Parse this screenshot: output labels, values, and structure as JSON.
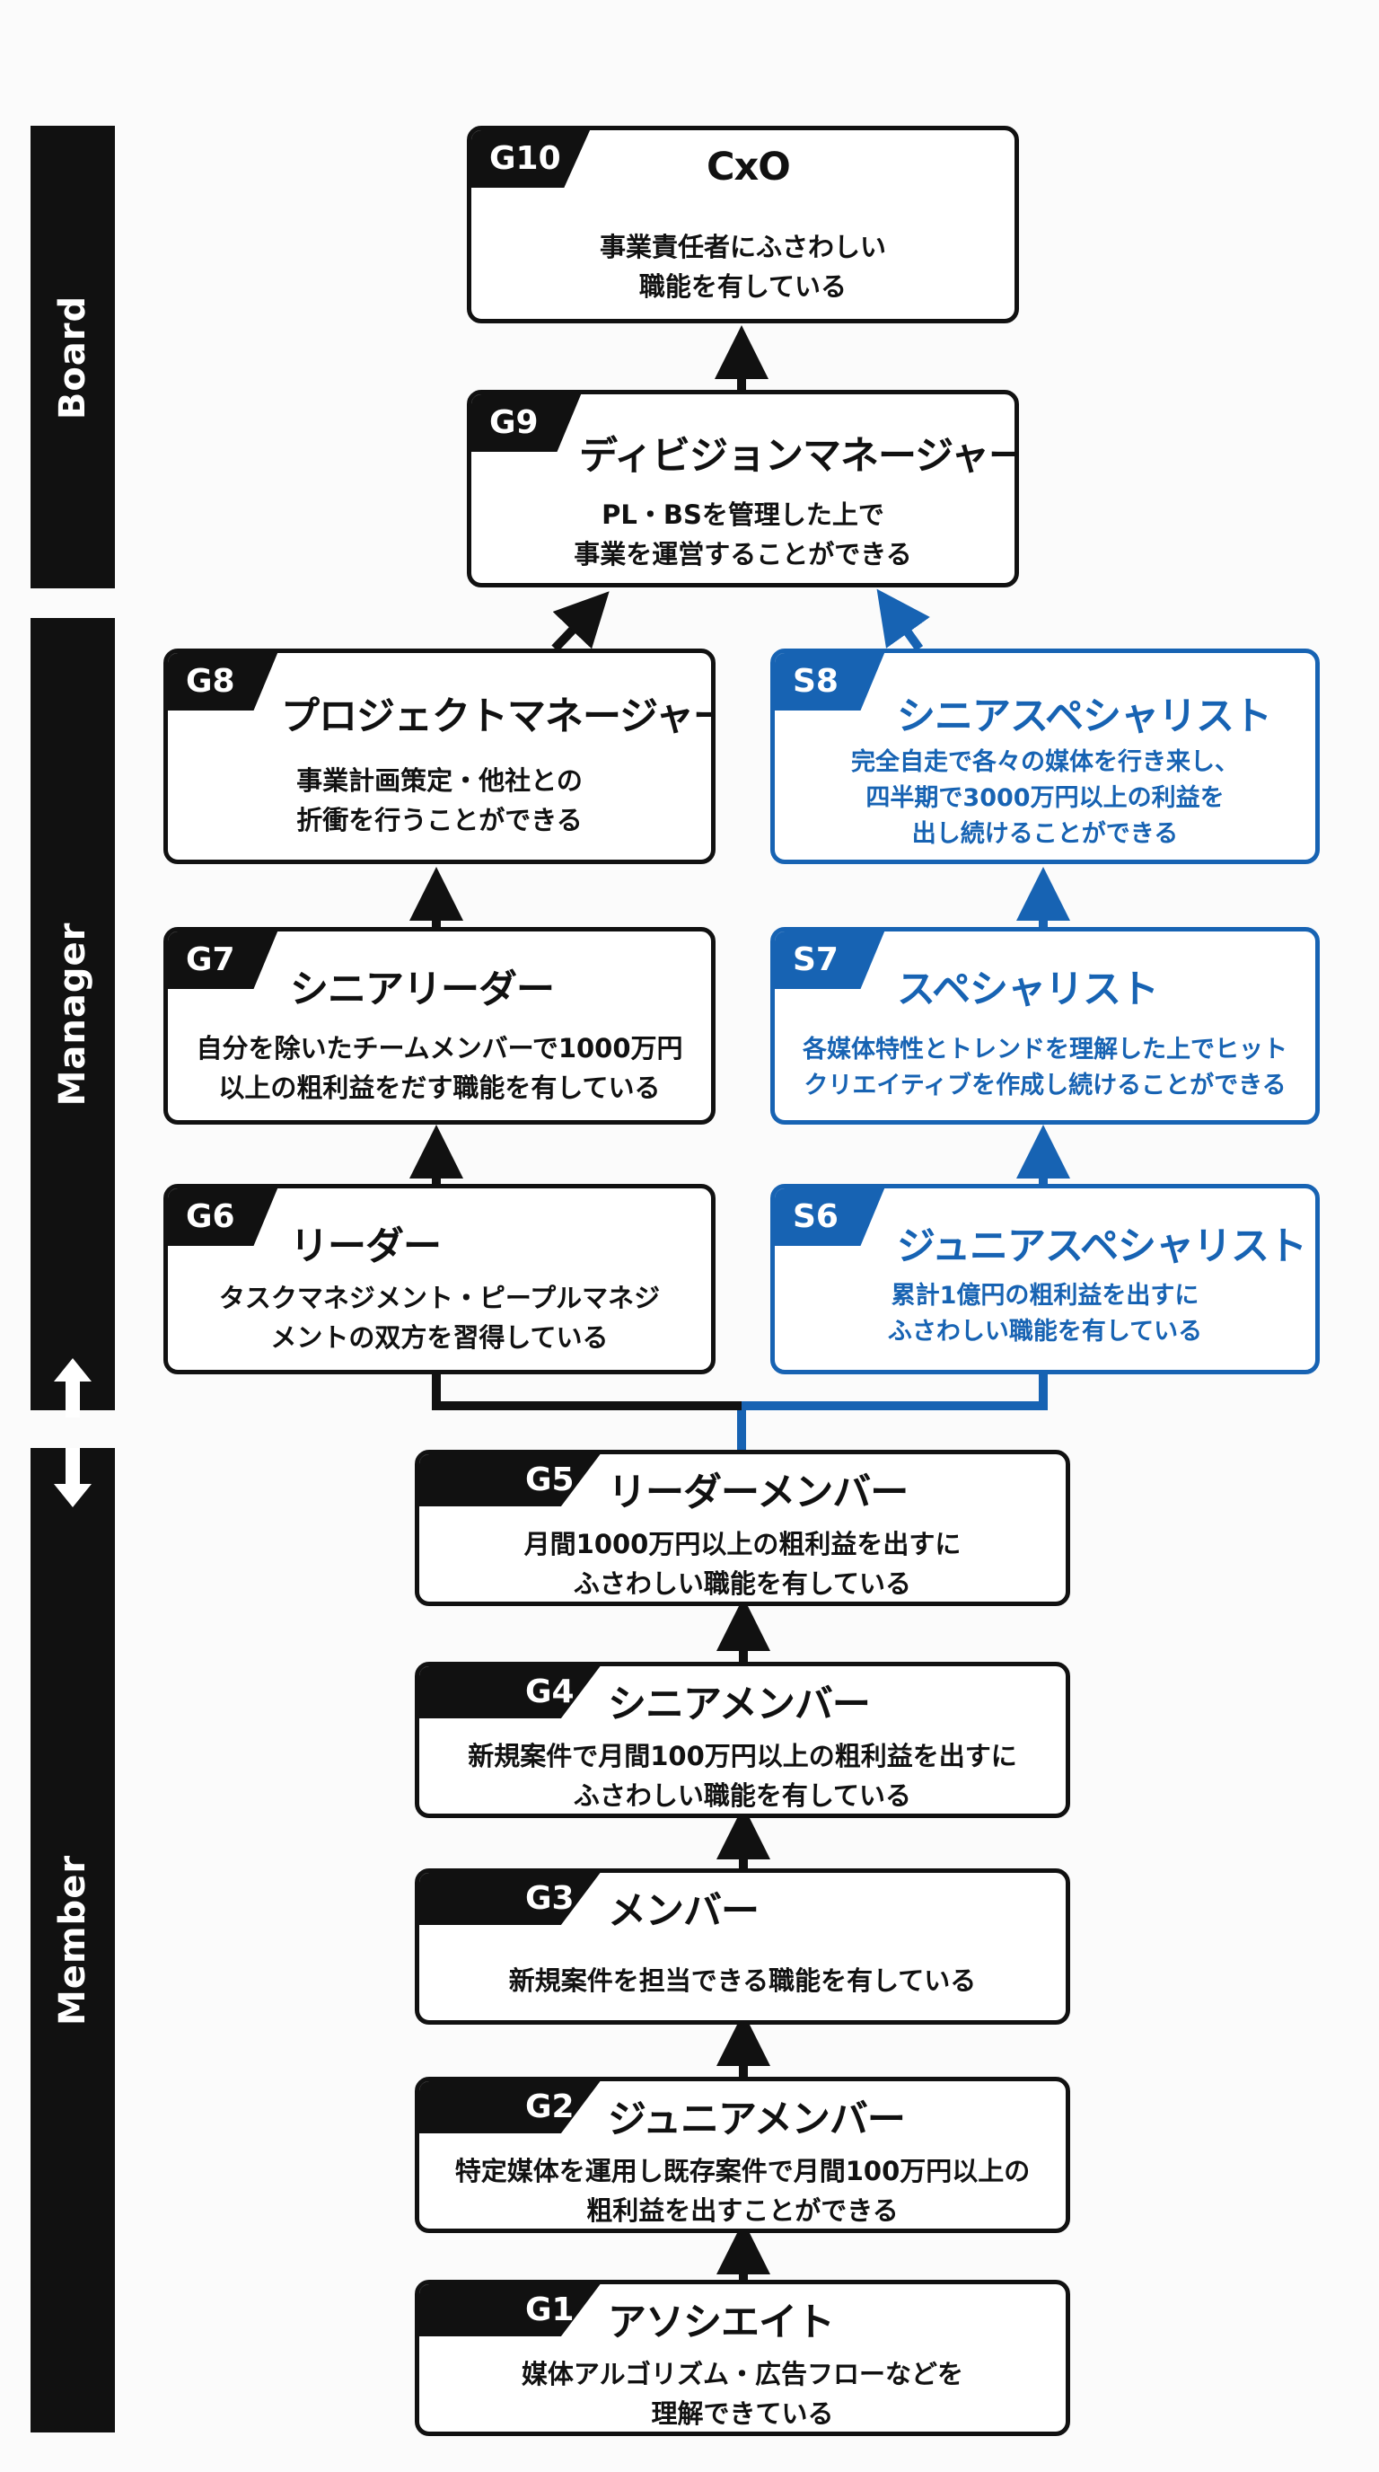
{
  "colors": {
    "black": "#111111",
    "blue": "#1763b3"
  },
  "bands": {
    "board": "Board",
    "manager": "Manager",
    "member": "Member"
  },
  "grades": {
    "g10": {
      "code": "G10",
      "title": "CxO",
      "desc": [
        "事業責任者にふさわしい",
        "職能を有している"
      ]
    },
    "g9": {
      "code": "G9",
      "title": "ディビジョンマネージャー",
      "desc": [
        "PL・BSを管理した上で",
        "事業を運営することができる"
      ]
    },
    "g8": {
      "code": "G8",
      "title": "プロジェクトマネージャー",
      "desc": [
        "事業計画策定・他社との",
        "折衝を行うことができる"
      ]
    },
    "g7": {
      "code": "G7",
      "title": "シニアリーダー",
      "desc": [
        "自分を除いたチームメンバーで1000万円",
        "以上の粗利益をだす職能を有している"
      ]
    },
    "g6": {
      "code": "G6",
      "title": "リーダー",
      "desc": [
        "タスクマネジメント・ピープルマネジ",
        "メントの双方を習得している"
      ]
    },
    "s8": {
      "code": "S8",
      "title": "シニアスペシャリスト",
      "desc": [
        "完全自走で各々の媒体を行き来し、",
        "四半期で3000万円以上の利益を",
        "出し続けることができる"
      ]
    },
    "s7": {
      "code": "S7",
      "title": "スペシャリスト",
      "desc": [
        "各媒体特性とトレンドを理解した上でヒット",
        "クリエイティブを作成し続けることができる"
      ]
    },
    "s6": {
      "code": "S6",
      "title": "ジュニアスペシャリスト",
      "desc": [
        "累計1億円の粗利益を出すに",
        "ふさわしい職能を有している"
      ]
    },
    "g5": {
      "code": "G5",
      "title": "リーダーメンバー",
      "desc": [
        "月間1000万円以上の粗利益を出すに",
        "ふさわしい職能を有している"
      ]
    },
    "g4": {
      "code": "G4",
      "title": "シニアメンバー",
      "desc": [
        "新規案件で月間100万円以上の粗利益を出すに",
        "ふさわしい職能を有している"
      ]
    },
    "g3": {
      "code": "G3",
      "title": "メンバー",
      "desc": [
        "新規案件を担当できる職能を有している"
      ]
    },
    "g2": {
      "code": "G2",
      "title": "ジュニアメンバー",
      "desc": [
        "特定媒体を運用し既存案件で月間100万円以上の",
        "粗利益を出すことができる"
      ]
    },
    "g1": {
      "code": "G1",
      "title": "アソシエイト",
      "desc": [
        "媒体アルゴリズム・広告フローなどを",
        "理解できている"
      ]
    }
  }
}
